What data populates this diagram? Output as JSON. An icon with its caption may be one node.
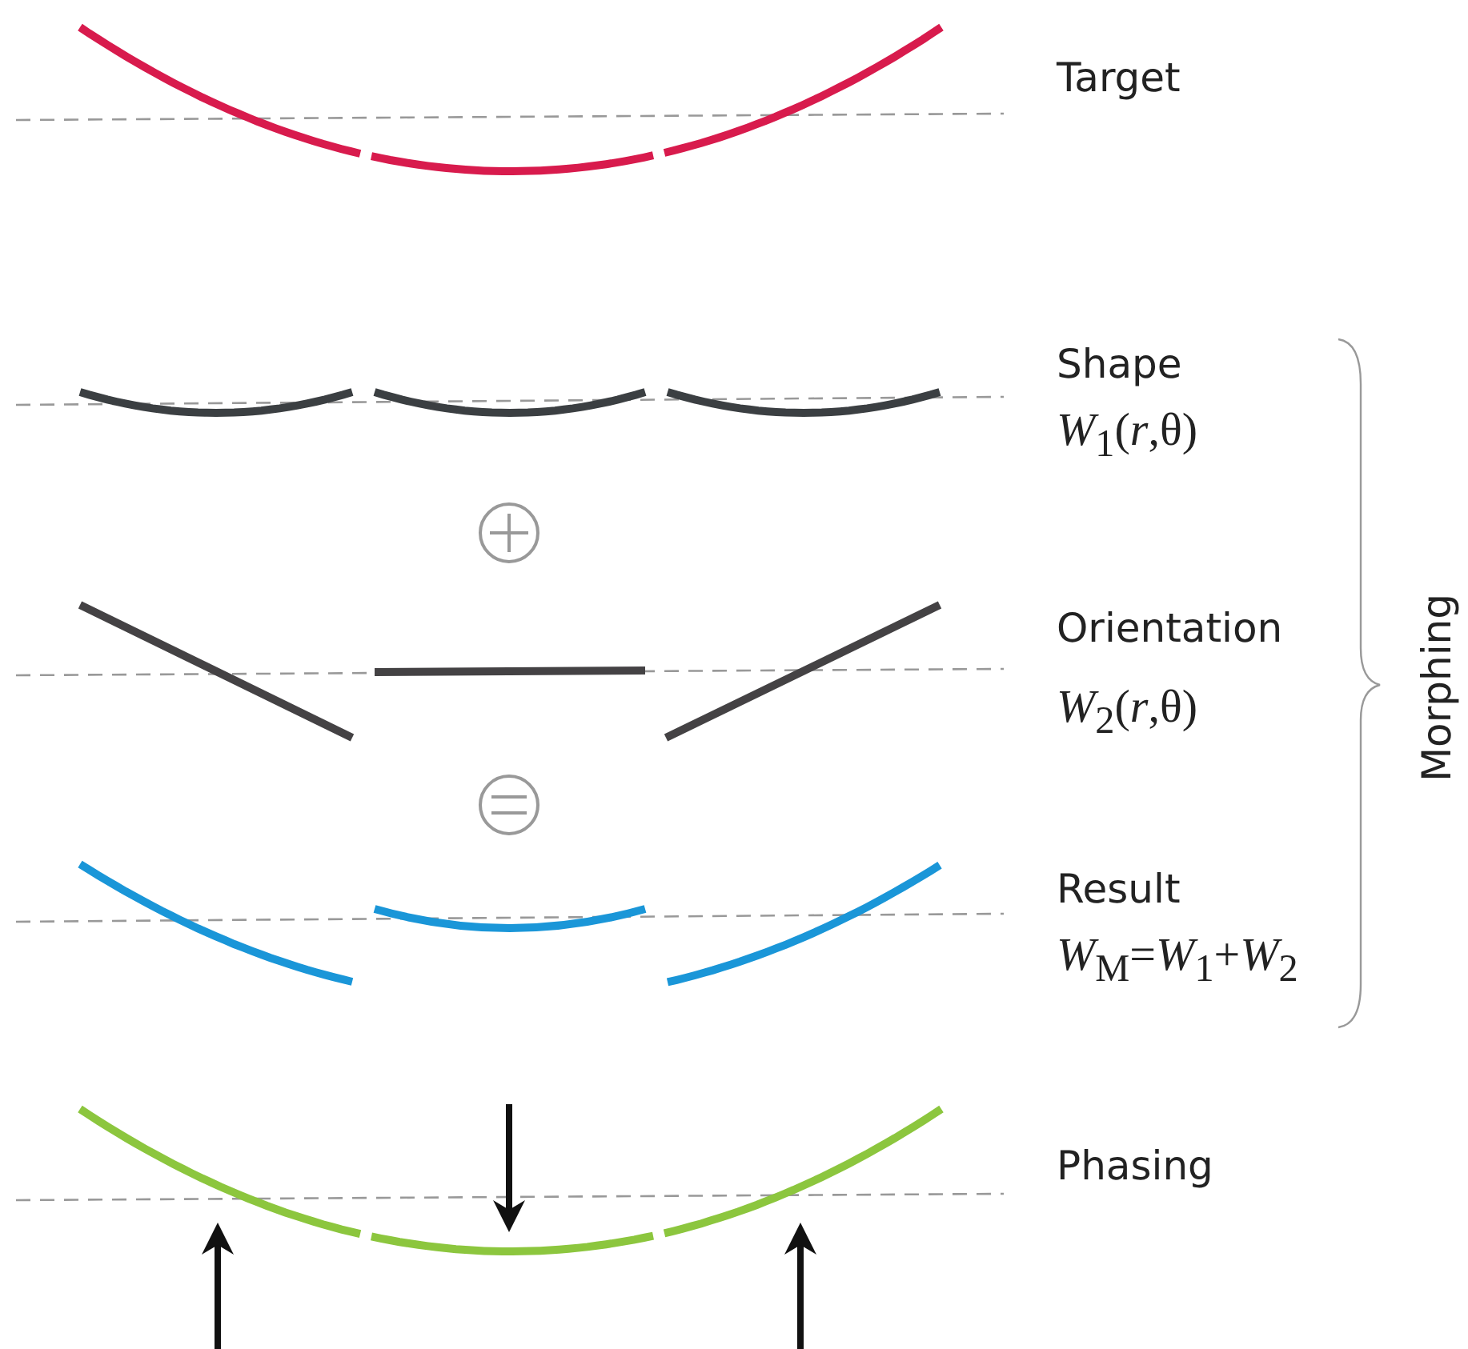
{
  "diagram": {
    "labels": [
      "Target",
      "Shape",
      "*W*$_{1}$(*r*,θ)",
      "Orientation",
      "*W*$_{2}$(*r*,θ)",
      "Result",
      "*W*$_{M}$=*W*$_{1}$+*W*$_{2}$",
      "Phasing",
      "Morphing"
    ]
  }
}
